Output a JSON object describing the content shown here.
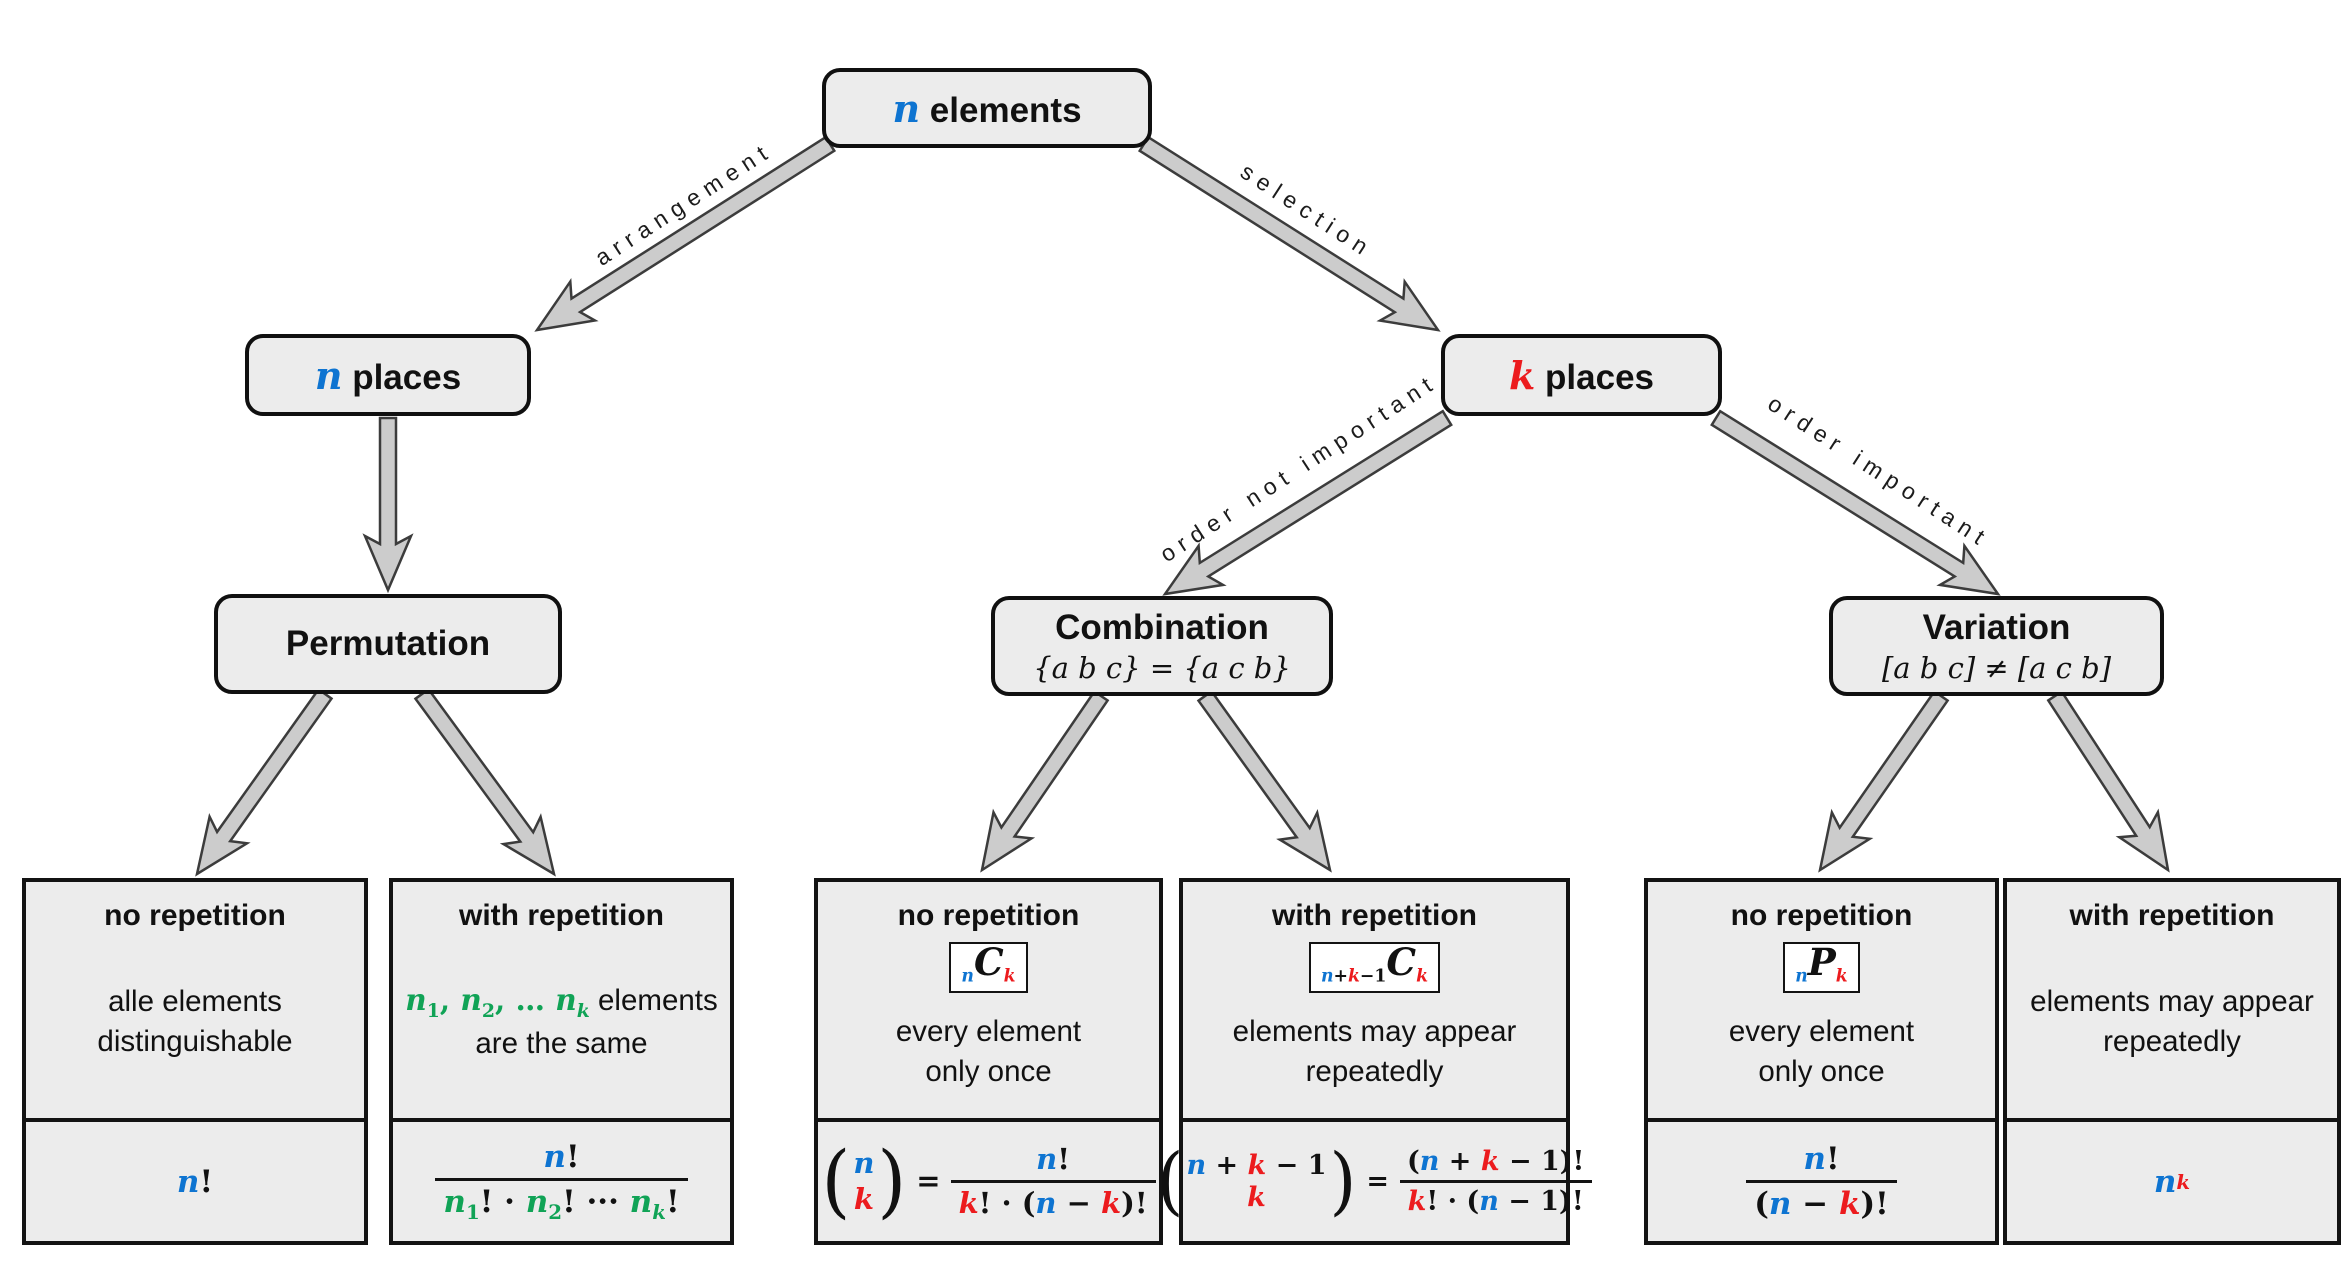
{
  "palette": {
    "blue": "#0e74d1",
    "red": "#ec1b1e",
    "green": "#10a356",
    "box_fill": "#ececec",
    "arrow_fill": "#cccccc",
    "arrow_stroke": "#3c3c3c"
  },
  "nodes": {
    "n_elements": {
      "var": "n",
      "rest": " elements"
    },
    "n_places": {
      "var": "n",
      "rest": " places"
    },
    "k_places": {
      "var": "k",
      "rest": " places"
    },
    "permutation": {
      "title": "Permutation"
    },
    "combination": {
      "title": "Combination",
      "subtitle": "{a b c} = {a c b}"
    },
    "variation": {
      "title": "Variation",
      "subtitle": "[a b c] ≠ [a c b]"
    }
  },
  "edge_labels": {
    "arrangement": "arrangement",
    "selection": "selection",
    "order_not_important": "order not important",
    "order_important": "order important"
  },
  "cards": [
    {
      "id": "permutation-no-repetition",
      "title": "no repetition",
      "desc": [
        [
          {
            "t": "alle elements",
            "f": "plain"
          }
        ],
        [
          {
            "t": "distinguishable",
            "f": "plain"
          }
        ]
      ],
      "formula": {
        "type": "tokens",
        "tokens": [
          {
            "t": "n",
            "c": "blue",
            "i": true
          },
          {
            "t": "!"
          }
        ]
      }
    },
    {
      "id": "permutation-with-repetition",
      "title": "with repetition",
      "desc": [
        [
          {
            "t": "n",
            "c": "green",
            "i": true
          },
          {
            "t": "1",
            "c": "green",
            "pos": "sub"
          },
          {
            "t": ", ",
            "c": "green"
          },
          {
            "t": "n",
            "c": "green",
            "i": true
          },
          {
            "t": "2",
            "c": "green",
            "pos": "sub"
          },
          {
            "t": ", … ",
            "c": "green"
          },
          {
            "t": "n",
            "c": "green",
            "i": true
          },
          {
            "t": "k",
            "c": "green",
            "i": true,
            "pos": "sub"
          },
          {
            "t": " elements",
            "f": "plain"
          }
        ],
        [
          {
            "t": "are the same",
            "f": "plain"
          }
        ]
      ],
      "formula": {
        "type": "frac",
        "num": [
          {
            "t": "n",
            "c": "blue",
            "i": true
          },
          {
            "t": "!"
          }
        ],
        "den": [
          {
            "t": "n",
            "c": "green",
            "i": true
          },
          {
            "t": "1",
            "c": "green",
            "pos": "sub"
          },
          {
            "t": "! · "
          },
          {
            "t": "n",
            "c": "green",
            "i": true
          },
          {
            "t": "2",
            "c": "green",
            "pos": "sub"
          },
          {
            "t": "! ··· "
          },
          {
            "t": "n",
            "c": "green",
            "i": true
          },
          {
            "t": "k",
            "c": "green",
            "i": true,
            "pos": "sub"
          },
          {
            "t": "!"
          }
        ]
      }
    },
    {
      "id": "combination-no-repetition",
      "title": "no repetition",
      "chip": [
        {
          "t": "n",
          "c": "blue",
          "i": true,
          "pos": "sub"
        },
        {
          "t": "C",
          "i": true,
          "big": true
        },
        {
          "t": "k",
          "c": "red",
          "i": true,
          "pos": "sub"
        }
      ],
      "desc": [
        [
          {
            "t": "every element",
            "f": "plain"
          }
        ],
        [
          {
            "t": "only once",
            "f": "plain"
          }
        ]
      ],
      "formula": {
        "type": "seq",
        "parts": [
          {
            "type": "binom",
            "top": [
              {
                "t": "n",
                "c": "blue",
                "i": true
              }
            ],
            "bot": [
              {
                "t": "k",
                "c": "red",
                "i": true
              }
            ]
          },
          {
            "type": "tokens",
            "tokens": [
              {
                "t": "="
              }
            ]
          },
          {
            "type": "frac",
            "num": [
              {
                "t": "n",
                "c": "blue",
                "i": true
              },
              {
                "t": "!"
              }
            ],
            "den": [
              {
                "t": "k",
                "c": "red",
                "i": true
              },
              {
                "t": "! · ("
              },
              {
                "t": "n",
                "c": "blue",
                "i": true
              },
              {
                "t": " − "
              },
              {
                "t": "k",
                "c": "red",
                "i": true
              },
              {
                "t": ")!"
              }
            ]
          }
        ]
      }
    },
    {
      "id": "combination-with-repetition",
      "title": "with repetition",
      "chip": [
        {
          "t": "n",
          "c": "blue",
          "i": true,
          "pos": "sub"
        },
        {
          "t": "+",
          "pos": "sub"
        },
        {
          "t": "k",
          "c": "red",
          "i": true,
          "pos": "sub"
        },
        {
          "t": "−1",
          "pos": "sub"
        },
        {
          "t": "C",
          "i": true,
          "big": true
        },
        {
          "t": "k",
          "c": "red",
          "i": true,
          "pos": "sub"
        }
      ],
      "desc": [
        [
          {
            "t": "elements may appear",
            "f": "plain"
          }
        ],
        [
          {
            "t": "repeatedly",
            "f": "plain"
          }
        ]
      ],
      "formula": {
        "type": "seq",
        "parts": [
          {
            "type": "binom",
            "top": [
              {
                "t": "n",
                "c": "blue",
                "i": true
              },
              {
                "t": " + "
              },
              {
                "t": "k",
                "c": "red",
                "i": true
              },
              {
                "t": " − 1"
              }
            ],
            "bot": [
              {
                "t": "k",
                "c": "red",
                "i": true
              }
            ]
          },
          {
            "type": "tokens",
            "tokens": [
              {
                "t": "="
              }
            ]
          },
          {
            "type": "frac",
            "num": [
              {
                "t": "("
              },
              {
                "t": "n",
                "c": "blue",
                "i": true
              },
              {
                "t": " + "
              },
              {
                "t": "k",
                "c": "red",
                "i": true
              },
              {
                "t": " − 1)!"
              }
            ],
            "den": [
              {
                "t": "k",
                "c": "red",
                "i": true
              },
              {
                "t": "! · ("
              },
              {
                "t": "n",
                "c": "blue",
                "i": true
              },
              {
                "t": " − 1)!"
              }
            ]
          }
        ]
      }
    },
    {
      "id": "variation-no-repetition",
      "title": "no repetition",
      "chip": [
        {
          "t": "n",
          "c": "blue",
          "i": true,
          "pos": "sub"
        },
        {
          "t": "P",
          "i": true,
          "big": true
        },
        {
          "t": "k",
          "c": "red",
          "i": true,
          "pos": "sub"
        }
      ],
      "desc": [
        [
          {
            "t": "every element",
            "f": "plain"
          }
        ],
        [
          {
            "t": "only once",
            "f": "plain"
          }
        ]
      ],
      "formula": {
        "type": "frac",
        "num": [
          {
            "t": "n",
            "c": "blue",
            "i": true
          },
          {
            "t": "!"
          }
        ],
        "den": [
          {
            "t": "("
          },
          {
            "t": "n",
            "c": "blue",
            "i": true
          },
          {
            "t": " − "
          },
          {
            "t": "k",
            "c": "red",
            "i": true
          },
          {
            "t": ")!"
          }
        ]
      }
    },
    {
      "id": "variation-with-repetition",
      "title": "with repetition",
      "desc": [
        [
          {
            "t": "elements may appear",
            "f": "plain"
          }
        ],
        [
          {
            "t": "repeatedly",
            "f": "plain"
          }
        ]
      ],
      "formula": {
        "type": "tokens",
        "tokens": [
          {
            "t": "n",
            "c": "blue",
            "i": true
          },
          {
            "t": "k",
            "c": "red",
            "i": true,
            "pos": "sup"
          }
        ]
      }
    }
  ]
}
